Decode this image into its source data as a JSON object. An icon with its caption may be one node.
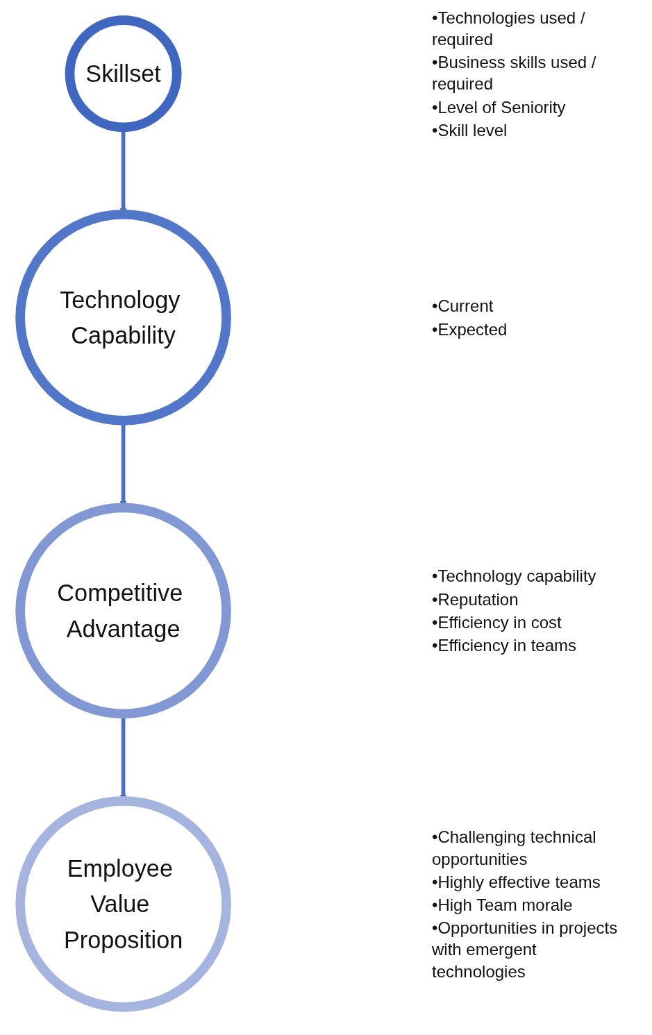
{
  "diagram": {
    "nodes": [
      {
        "text": [
          "Skillset"
        ],
        "beside": [
          "•Technologies used / required",
          "•Business skills used / required",
          "•Level of Seniority",
          "•Skill level"
        ]
      },
      {
        "text": [
          "Technology Capability"
        ],
        "beside": [
          "•Current",
          "•Expected"
        ]
      },
      {
        "text": [
          "Competitive Advantage"
        ],
        "beside": [
          "•Technology capability",
          "•Reputation",
          "•Efficiency in cost",
          "•Efficiency in teams"
        ]
      },
      {
        "text": [
          "Employee Value Proposition"
        ],
        "beside": [
          "•Challenging technical opportunities",
          "•Highly effective teams",
          "•High Team morale",
          "•Opportunities in projects with emergent technologies"
        ]
      }
    ],
    "edges": [
      {
        "from": 0,
        "to": 1,
        "arrow": "to"
      },
      {
        "from": 1,
        "to": 2,
        "arrow": "to"
      },
      {
        "from": 2,
        "to": 3,
        "arrow": "to"
      }
    ]
  }
}
